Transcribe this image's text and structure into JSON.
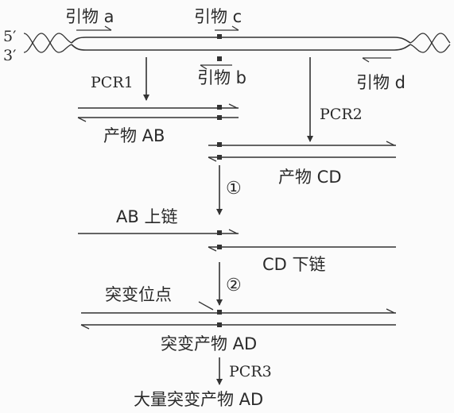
{
  "labels": {
    "primer_a": "引物 a",
    "primer_c": "引物 c",
    "primer_b": "引物 b",
    "primer_d": "引物 d",
    "end_5": "5′",
    "end_3": "3′",
    "pcr1": "PCR1",
    "pcr2": "PCR2",
    "pcr3": "PCR3",
    "product_ab": "产物 AB",
    "product_cd": "产物 CD",
    "step1": "①",
    "step2": "②",
    "ab_upper": "AB 上链",
    "cd_lower": "CD 下链",
    "mutation_site": "突变位点",
    "mutant_ad": "突变产物 AD",
    "bulk_mutant_ad": "大量突变产物 AD"
  },
  "colors": {
    "ink": "#333333",
    "background": "#fbfbfb"
  }
}
